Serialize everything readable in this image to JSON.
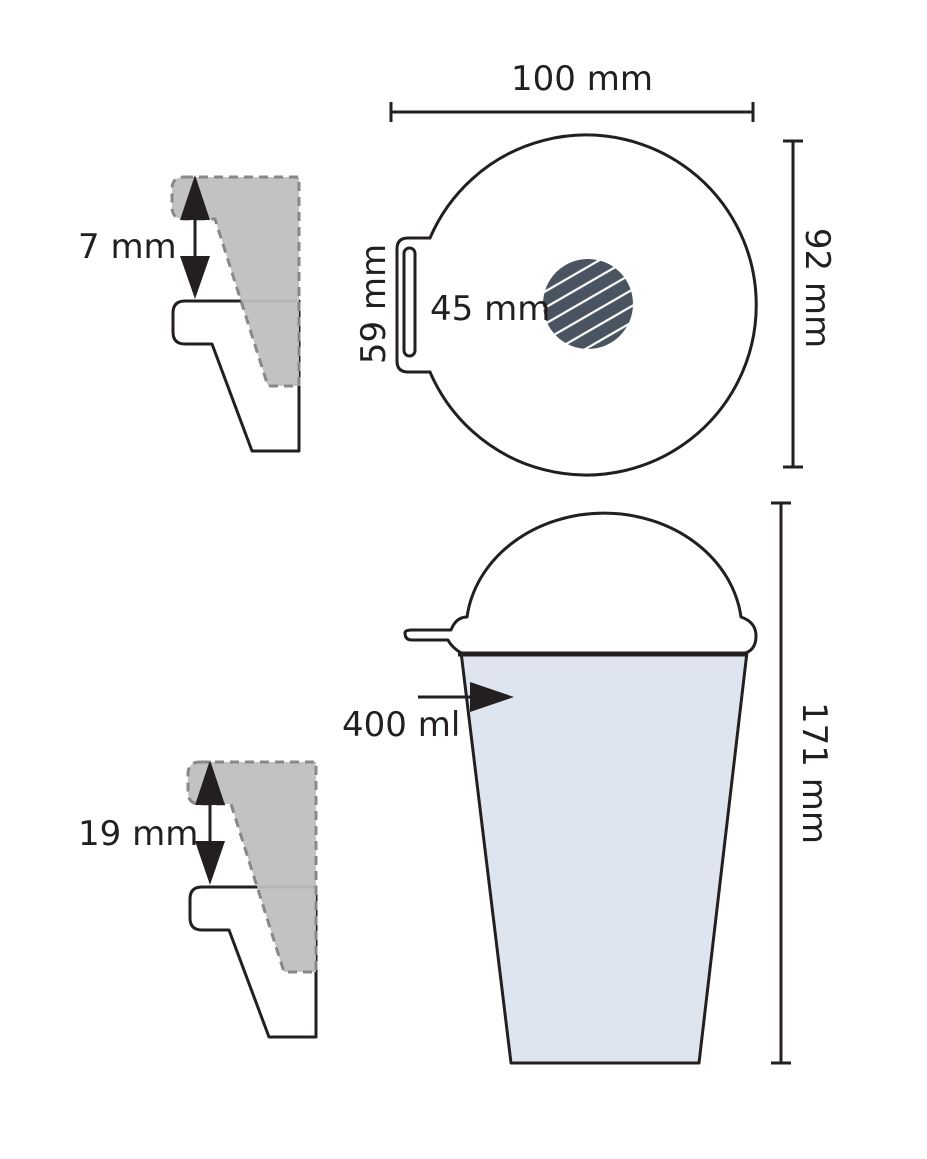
{
  "top_view": {
    "width_label": "100 mm",
    "depth_label": "92 mm",
    "tab_label": "59 mm",
    "straw_label": "45 mm"
  },
  "side_view": {
    "height_label": "171 mm",
    "volume_label": "400 ml"
  },
  "lid_details": {
    "small_offset_label": "7 mm",
    "large_offset_label": "19 mm"
  },
  "colors": {
    "line": "#231f20",
    "cup_fill": "#dfe5ee",
    "lid_shade": "#bfbfbf",
    "straw_fill": "#4a5460"
  }
}
